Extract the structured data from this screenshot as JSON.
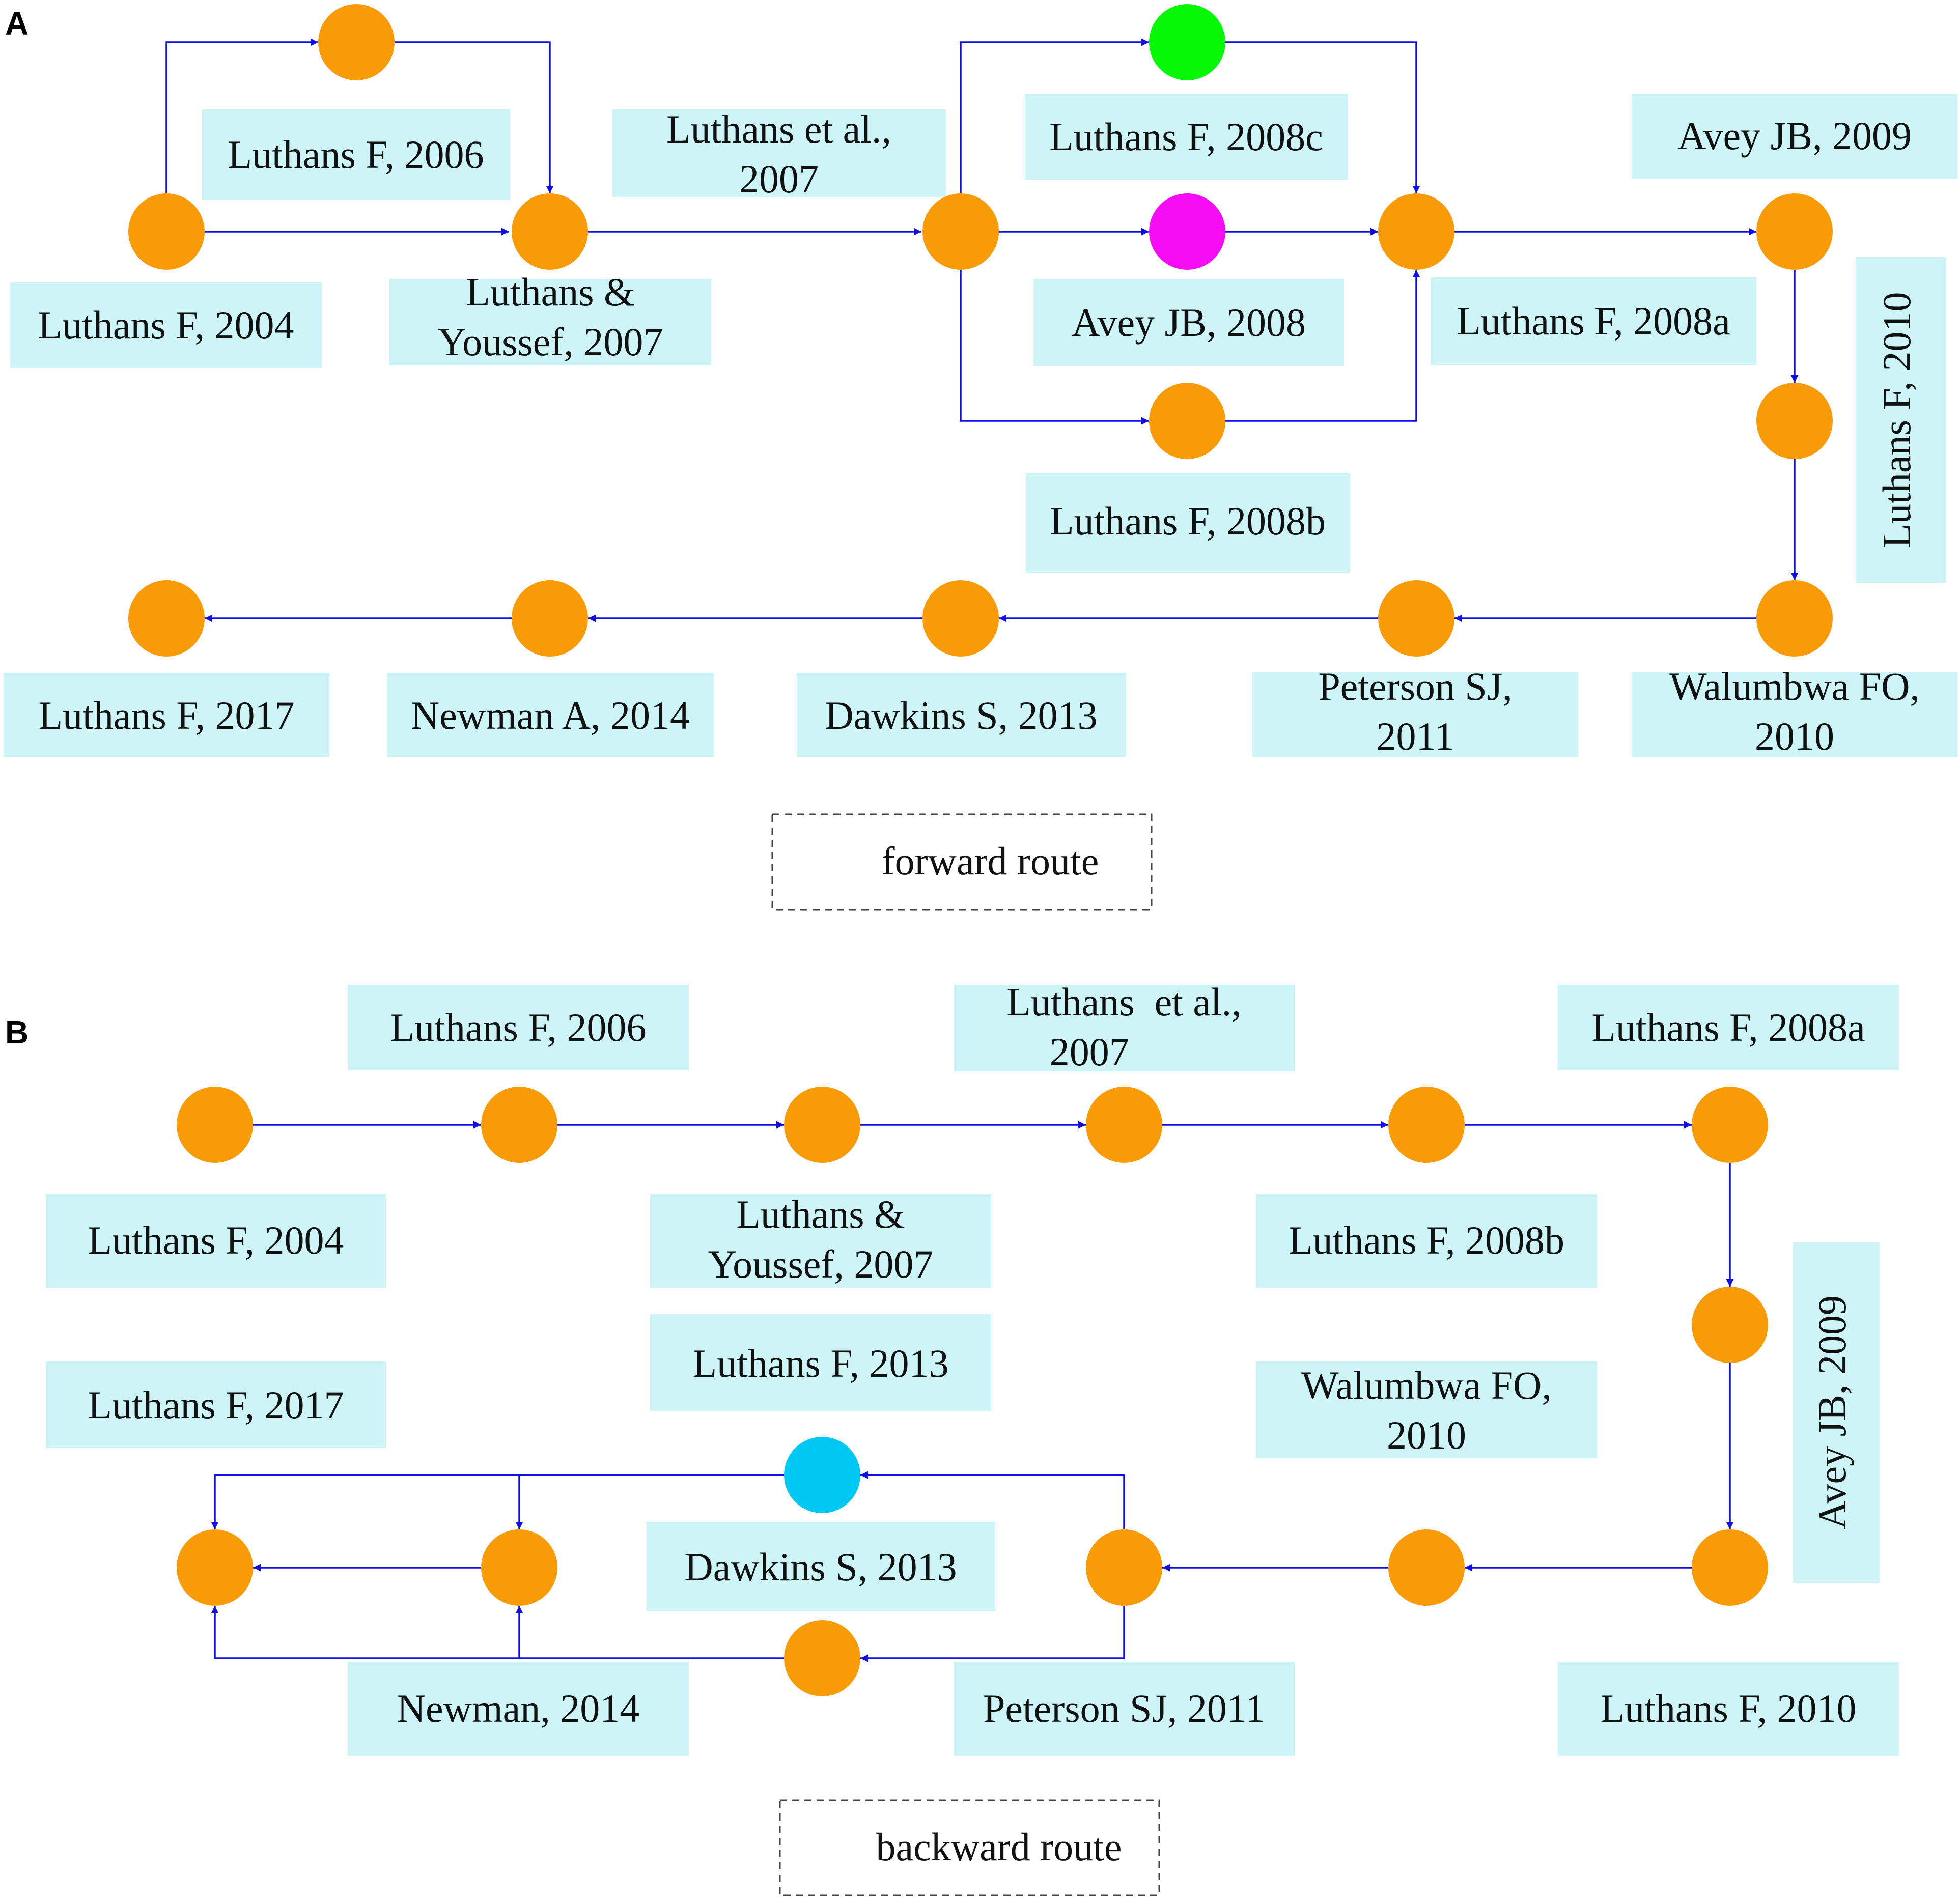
{
  "colors": {
    "node_default": "#f99a07",
    "label_background": "#cdf5f7",
    "edge": "#1010e6",
    "node_green": "#06f806",
    "node_magenta": "#f50cf5",
    "node_cyan": "#00c8f5"
  },
  "panels": [
    {
      "letter": "A",
      "route_label": "forward route",
      "nodes": [
        {
          "id": "a-2004",
          "label": "Luthans F, 2004"
        },
        {
          "id": "a-2006",
          "label": "Luthans F, 2006"
        },
        {
          "id": "a-ly2007",
          "label": "Luthans & Youssef, 2007"
        },
        {
          "id": "a-etal2007",
          "label": "Luthans et al., 2007"
        },
        {
          "id": "a-2008c",
          "label": "Luthans F, 2008c",
          "color": "green"
        },
        {
          "id": "a-avey2008",
          "label": "Avey JB, 2008",
          "color": "magenta"
        },
        {
          "id": "a-2008b",
          "label": "Luthans F, 2008b"
        },
        {
          "id": "a-2008a",
          "label": "Luthans F, 2008a"
        },
        {
          "id": "a-avey2009",
          "label": "Avey JB, 2009"
        },
        {
          "id": "a-2010",
          "label": "Luthans F, 2010"
        },
        {
          "id": "a-walumbwa2010",
          "label": "Walumbwa FO, 2010"
        },
        {
          "id": "a-peterson2011",
          "label": "Peterson SJ, 2011"
        },
        {
          "id": "a-dawkins2013",
          "label": "Dawkins S, 2013"
        },
        {
          "id": "a-newman2014",
          "label": "Newman A, 2014"
        },
        {
          "id": "a-2017",
          "label": "Luthans F, 2017"
        }
      ],
      "edges": [
        [
          "a-2004",
          "a-2006"
        ],
        [
          "a-2004",
          "a-ly2007"
        ],
        [
          "a-2006",
          "a-ly2007"
        ],
        [
          "a-ly2007",
          "a-etal2007"
        ],
        [
          "a-etal2007",
          "a-2008c"
        ],
        [
          "a-etal2007",
          "a-avey2008"
        ],
        [
          "a-etal2007",
          "a-2008b"
        ],
        [
          "a-2008c",
          "a-2008a"
        ],
        [
          "a-avey2008",
          "a-2008a"
        ],
        [
          "a-2008b",
          "a-2008a"
        ],
        [
          "a-2008a",
          "a-avey2009"
        ],
        [
          "a-avey2009",
          "a-2010"
        ],
        [
          "a-2010",
          "a-walumbwa2010"
        ],
        [
          "a-walumbwa2010",
          "a-peterson2011"
        ],
        [
          "a-peterson2011",
          "a-dawkins2013"
        ],
        [
          "a-dawkins2013",
          "a-newman2014"
        ],
        [
          "a-newman2014",
          "a-2017"
        ]
      ]
    },
    {
      "letter": "B",
      "route_label": "backward route",
      "nodes": [
        {
          "id": "b-2004",
          "label": "Luthans F, 2004"
        },
        {
          "id": "b-2006",
          "label": "Luthans F, 2006"
        },
        {
          "id": "b-ly2007",
          "label": "Luthans & Youssef, 2007"
        },
        {
          "id": "b-etal2007",
          "label": "Luthans  et al., 2007"
        },
        {
          "id": "b-2008b",
          "label": "Luthans F, 2008b"
        },
        {
          "id": "b-2008a",
          "label": "Luthans F, 2008a"
        },
        {
          "id": "b-avey2009",
          "label": "Avey JB, 2009"
        },
        {
          "id": "b-2010",
          "label": "Luthans F, 2010"
        },
        {
          "id": "b-walumbwa2010",
          "label": "Walumbwa FO, 2010"
        },
        {
          "id": "b-peterson2011",
          "label": "Peterson SJ, 2011"
        },
        {
          "id": "b-2013",
          "label": "Luthans F, 2013",
          "color": "cyan"
        },
        {
          "id": "b-dawkins2013",
          "label": "Dawkins S, 2013"
        },
        {
          "id": "b-newman2014",
          "label": "Newman, 2014"
        },
        {
          "id": "b-2017",
          "label": "Luthans F, 2017"
        }
      ],
      "edges": [
        [
          "b-2004",
          "b-2006"
        ],
        [
          "b-2006",
          "b-ly2007"
        ],
        [
          "b-ly2007",
          "b-etal2007"
        ],
        [
          "b-etal2007",
          "b-2008b"
        ],
        [
          "b-2008b",
          "b-2008a"
        ],
        [
          "b-2008a",
          "b-avey2009"
        ],
        [
          "b-avey2009",
          "b-2010"
        ],
        [
          "b-2010",
          "b-walumbwa2010"
        ],
        [
          "b-walumbwa2010",
          "b-peterson2011"
        ],
        [
          "b-peterson2011",
          "b-2013"
        ],
        [
          "b-peterson2011",
          "b-dawkins2013"
        ],
        [
          "b-2013",
          "b-newman2014"
        ],
        [
          "b-2013",
          "b-2017"
        ],
        [
          "b-dawkins2013",
          "b-newman2014"
        ],
        [
          "b-dawkins2013",
          "b-2017"
        ],
        [
          "b-newman2014",
          "b-2017"
        ]
      ]
    }
  ]
}
